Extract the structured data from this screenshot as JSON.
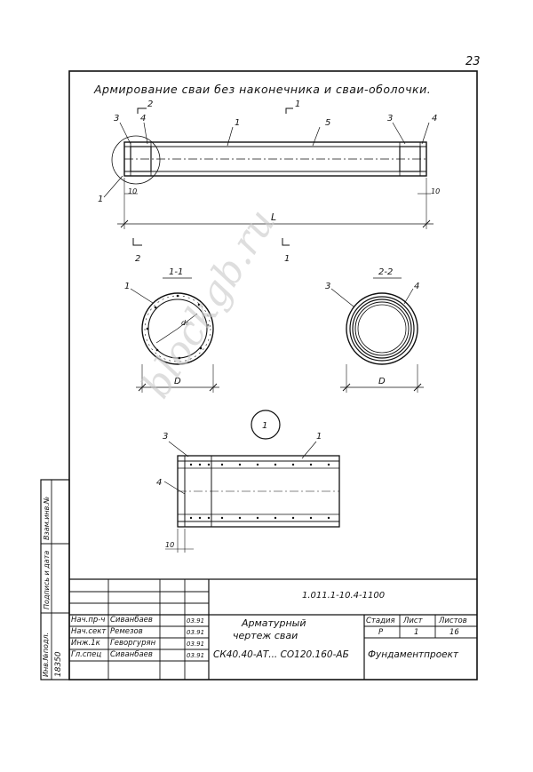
{
  "page_number": "23",
  "heading": "Армирование сваи без наконечника и сваи-оболочки.",
  "callouts": {
    "c1": "1",
    "c2": "2",
    "c3": "3",
    "c4": "4",
    "c5": "5",
    "c10": "10",
    "length": "L",
    "diameter": "D",
    "inner": "d₀",
    "section_1_1": "1-1",
    "section_2_2": "2-2",
    "circle_1": "1"
  },
  "title_block": {
    "doc_code": "1.011.1-10.4-1100",
    "rows": [
      {
        "role": "Нач.пр-ч",
        "name": "Сиванбаев",
        "date": "03.91"
      },
      {
        "role": "Нач.сект",
        "name": "Ремезов",
        "date": "03.91"
      },
      {
        "role": "Инж.1к",
        "name": "Геворгурян",
        "date": "03.91"
      },
      {
        "role": "Гл.спец",
        "name": "Сиванбаев",
        "date": "03.91"
      }
    ],
    "sheet_title_1": "Арматурный",
    "sheet_title_2": "чертеж сваи",
    "marks": "СК40.40-АТ... СО120.160-АБ",
    "stage_label": "Стадия",
    "sheet_label": "Лист",
    "sheets_label": "Листов",
    "stage_value": "Р",
    "sheet_value": "1",
    "sheets_value": "16",
    "org": "Фундаментпроект"
  },
  "side_stamp": {
    "inv_label": "Инв.№подл.",
    "inv_value": "18350",
    "sign_label": "Подпись и дата",
    "replace_label": "Взам.инв.№"
  },
  "watermark": "blockgb.ru"
}
